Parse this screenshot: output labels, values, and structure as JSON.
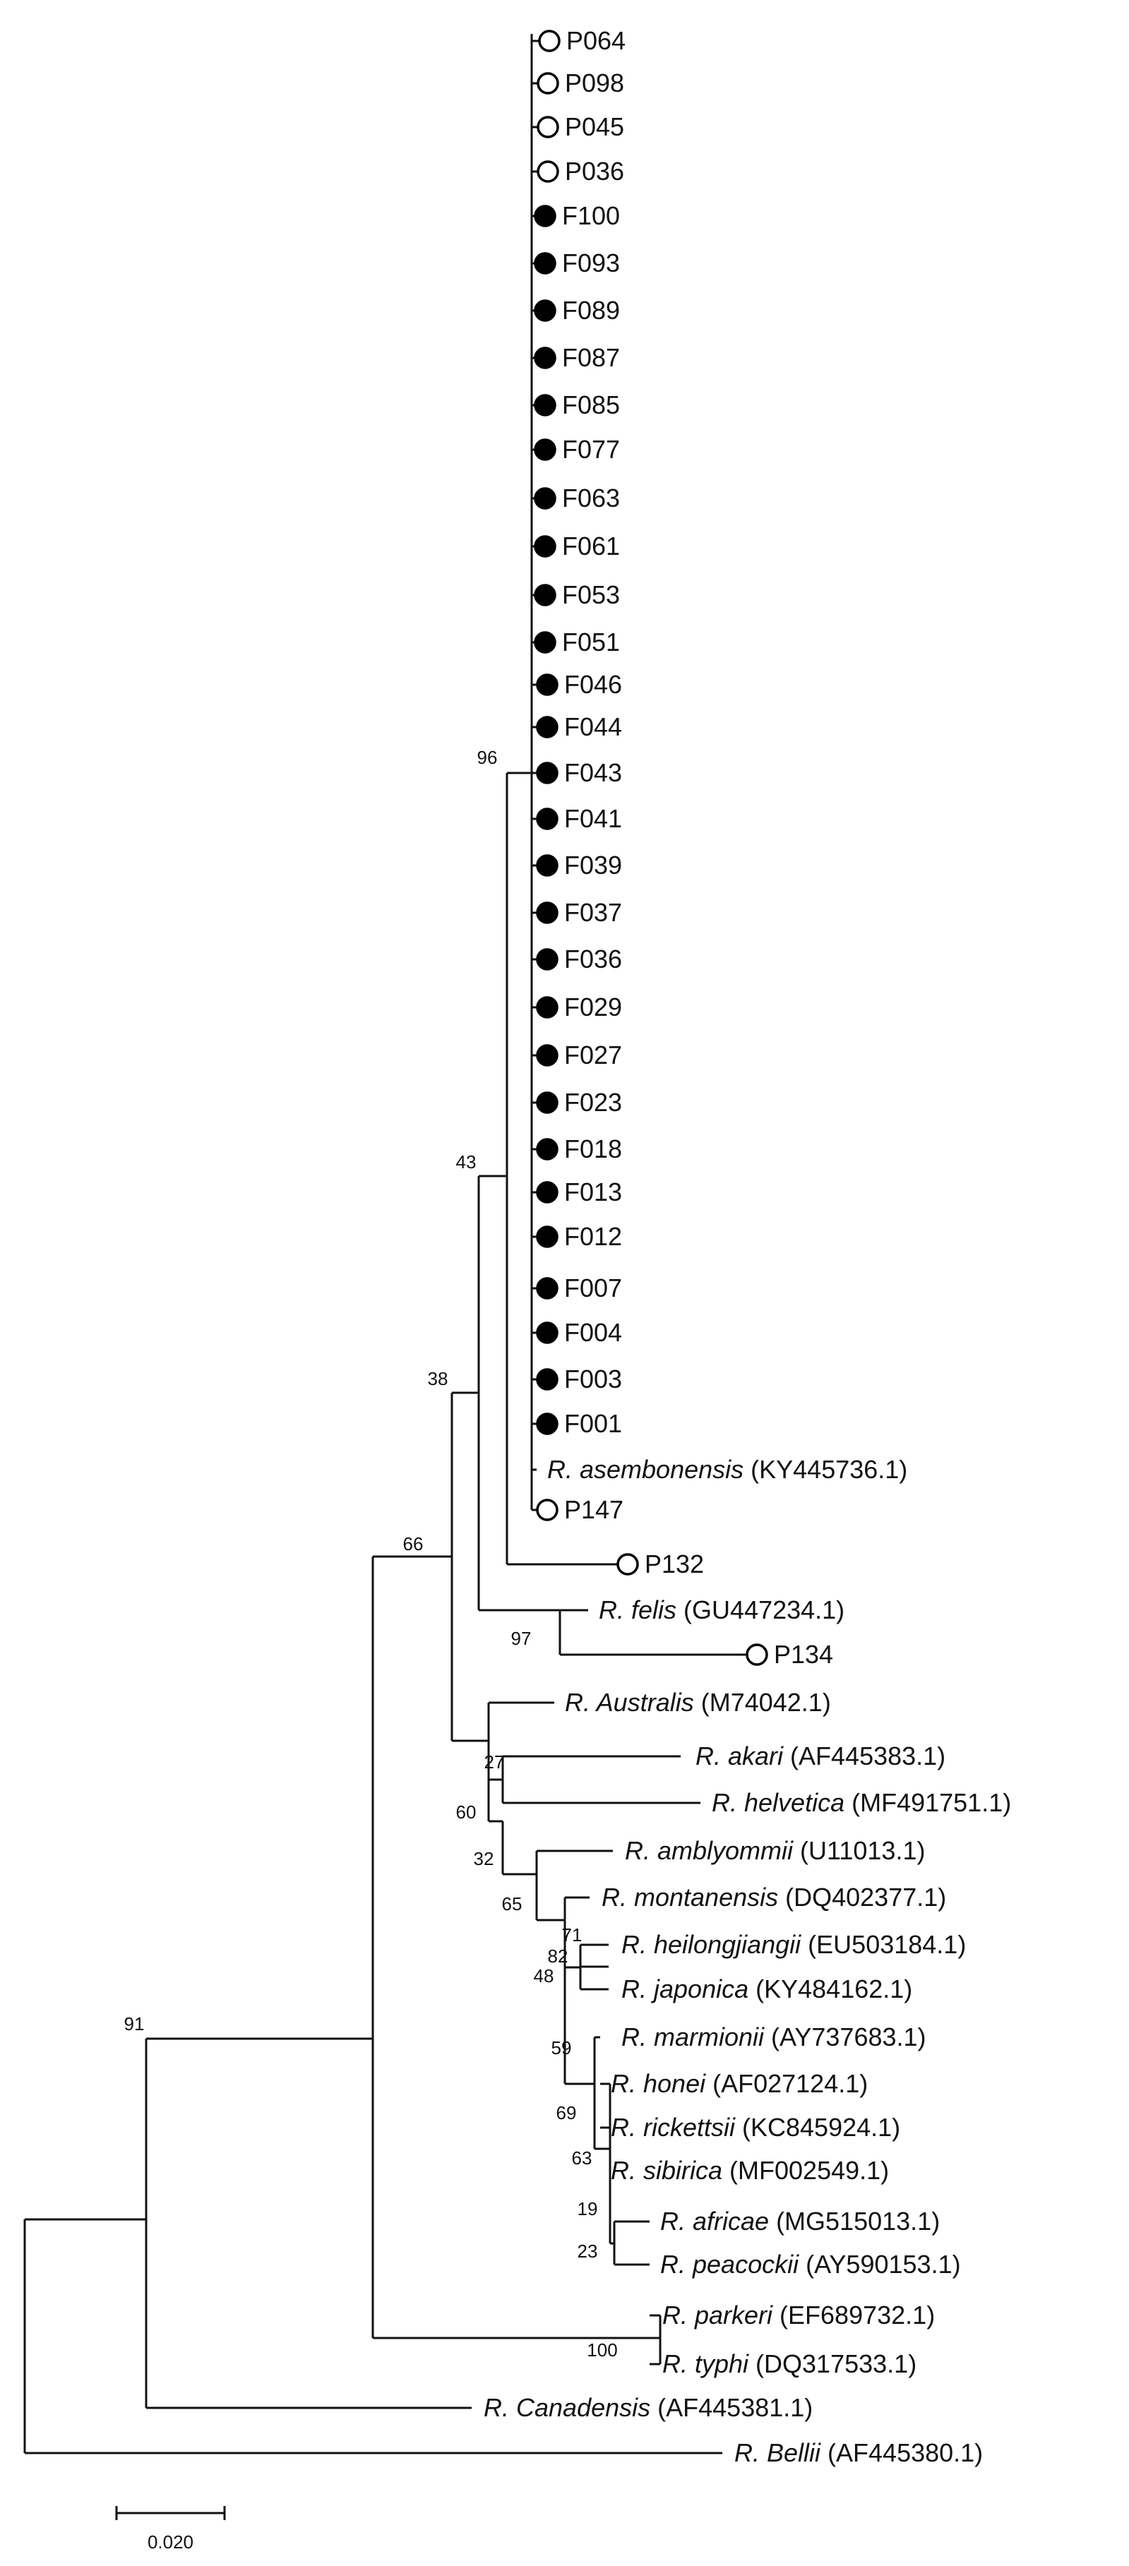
{
  "tree": {
    "leaves": [
      {
        "label": "P064",
        "marker": "open"
      },
      {
        "label": "P098",
        "marker": "open"
      },
      {
        "label": "P045",
        "marker": "open"
      },
      {
        "label": "P036",
        "marker": "open"
      },
      {
        "label": "F100",
        "marker": "filled"
      },
      {
        "label": "F093",
        "marker": "filled"
      },
      {
        "label": "F089",
        "marker": "filled"
      },
      {
        "label": "F087",
        "marker": "filled"
      },
      {
        "label": "F085",
        "marker": "filled"
      },
      {
        "label": "F077",
        "marker": "filled"
      },
      {
        "label": "F063",
        "marker": "filled"
      },
      {
        "label": "F061",
        "marker": "filled"
      },
      {
        "label": "F053",
        "marker": "filled"
      },
      {
        "label": "F051",
        "marker": "filled"
      },
      {
        "label": "F046",
        "marker": "filled"
      },
      {
        "label": "F044",
        "marker": "filled"
      },
      {
        "label": "F043",
        "marker": "filled"
      },
      {
        "label": "F041",
        "marker": "filled"
      },
      {
        "label": "F039",
        "marker": "filled"
      },
      {
        "label": "F037",
        "marker": "filled"
      },
      {
        "label": "F036",
        "marker": "filled"
      },
      {
        "label": "F029",
        "marker": "filled"
      },
      {
        "label": "F027",
        "marker": "filled"
      },
      {
        "label": "F023",
        "marker": "filled"
      },
      {
        "label": "F018",
        "marker": "filled"
      },
      {
        "label": "F013",
        "marker": "filled"
      },
      {
        "label": "F012",
        "marker": "filled"
      },
      {
        "label": "F007",
        "marker": "filled"
      },
      {
        "label": "F004",
        "marker": "filled"
      },
      {
        "label": "F003",
        "marker": "filled"
      },
      {
        "label": "F001",
        "marker": "filled"
      },
      {
        "species": "R. asembonensis",
        "accession": "(KY445736.1)"
      },
      {
        "label": "P147",
        "marker": "open"
      },
      {
        "label": "P132",
        "marker": "open"
      },
      {
        "species": "R. felis",
        "accession": "(GU447234.1)"
      },
      {
        "label": "P134",
        "marker": "open"
      },
      {
        "species": "R. Australis",
        "accession": "(M74042.1)"
      },
      {
        "species": "R. akari",
        "accession": "(AF445383.1)"
      },
      {
        "species": "R. helvetica",
        "accession": "(MF491751.1)"
      },
      {
        "species": "R. amblyommii",
        "accession": "(U11013.1)"
      },
      {
        "species": "R. montanensis",
        "accession": "(DQ402377.1)"
      },
      {
        "species": "R. heilongjiangii",
        "accession": "(EU503184.1)"
      },
      {
        "species": "R. japonica",
        "accession": "(KY484162.1)"
      },
      {
        "species": "R. marmionii",
        "accession": "(AY737683.1)"
      },
      {
        "species": "R. honei",
        "accession": "(AF027124.1)"
      },
      {
        "species": "R. rickettsii",
        "accession": "(KC845924.1)"
      },
      {
        "species": "R. sibirica",
        "accession": "(MF002549.1)"
      },
      {
        "species": "R. africae",
        "accession": "(MG515013.1)"
      },
      {
        "species": "R. peacockii",
        "accession": "(AY590153.1)"
      },
      {
        "species": "R. parkeri",
        "accession": "(EF689732.1)"
      },
      {
        "species": "R. typhi",
        "accession": "(DQ317533.1)"
      },
      {
        "species": "R. Canadensis",
        "accession": "(AF445381.1)"
      },
      {
        "species": "R. Bellii",
        "accession": "(AF445380.1)"
      }
    ],
    "bootstrap": [
      "96",
      "43",
      "38",
      "66",
      "97",
      "27",
      "60",
      "32",
      "65",
      "71",
      "82",
      "48",
      "59",
      "69",
      "63",
      "19",
      "23",
      "91",
      "100"
    ],
    "scale_bar": {
      "value": 0.02,
      "label": "0.020"
    }
  }
}
